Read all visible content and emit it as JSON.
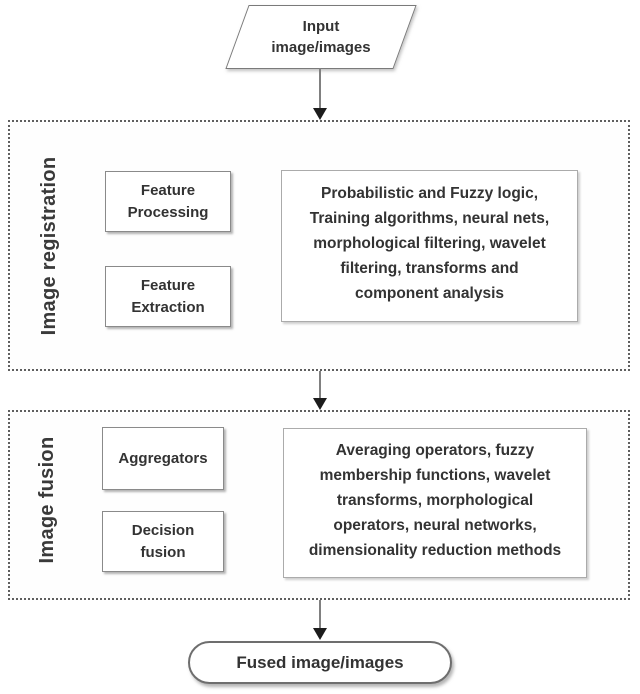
{
  "flow": {
    "input_label": "Input\nimage/images",
    "output_label": "Fused image/images"
  },
  "registration": {
    "section_label": "Image registration",
    "boxes": [
      {
        "label": "Feature\nProcessing"
      },
      {
        "label": "Feature\nExtraction"
      }
    ],
    "methods": "Probabilistic and Fuzzy logic,\nTraining algorithms, neural nets,\nmorphological filtering, wavelet\nfiltering, transforms and\ncomponent analysis"
  },
  "fusion": {
    "section_label": "Image fusion",
    "boxes": [
      {
        "label": "Aggregators"
      },
      {
        "label": "Decision\nfusion"
      }
    ],
    "methods": "Averaging operators, fuzzy\nmembership functions, wavelet\ntransforms, morphological\noperators, neural networks,\ndimensionality reduction methods"
  },
  "colors": {
    "text": "#333333",
    "solid_border": "#8a8a8a",
    "dashed_border": "#5f5f5f",
    "arrow_shaft": "#808080",
    "arrow_head": "#1c1c1c"
  }
}
